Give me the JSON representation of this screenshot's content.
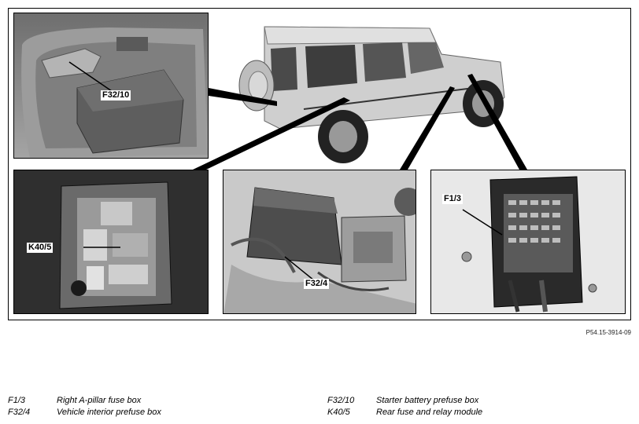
{
  "callouts": {
    "c1": "F32/10",
    "c2": "K40/5",
    "c3": "F32/4",
    "c4": "F1/3"
  },
  "reference": "P54.15-3914-09",
  "legend": [
    {
      "code": "F1/3",
      "desc": "Right A-pillar fuse box"
    },
    {
      "code": "F32/4",
      "desc": "Vehicle interior prefuse box"
    },
    {
      "code": "F32/10",
      "desc": "Starter battery prefuse box"
    },
    {
      "code": "K40/5",
      "desc": "Rear fuse and relay module"
    }
  ]
}
